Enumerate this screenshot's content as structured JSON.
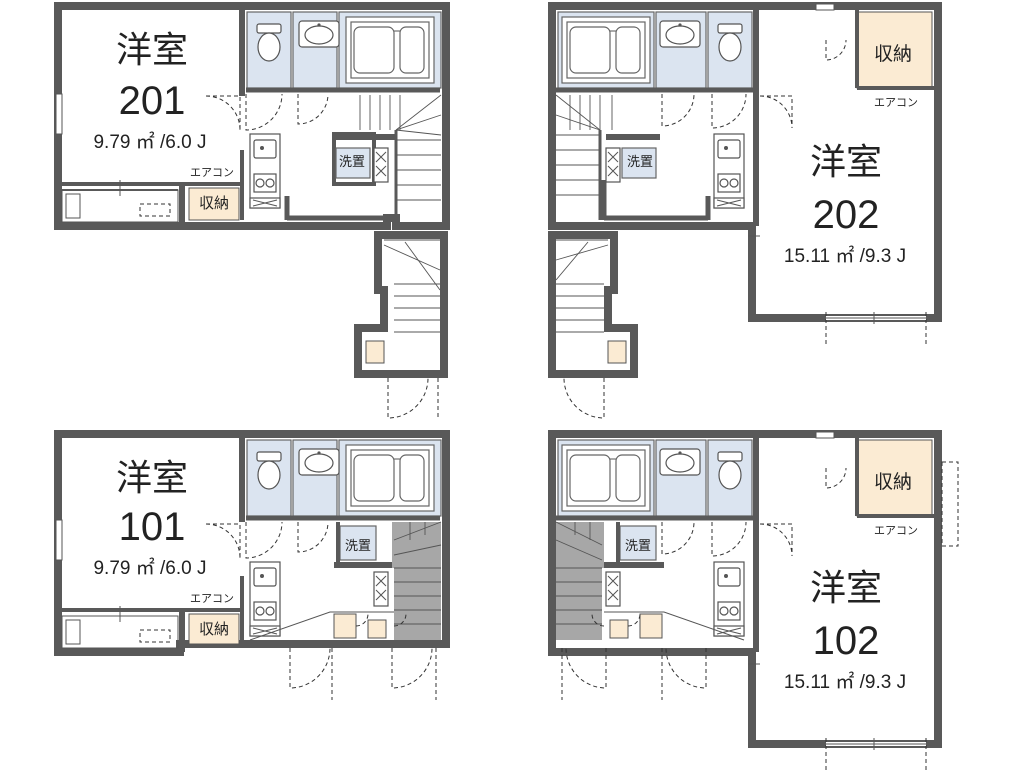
{
  "units": [
    {
      "id": "201",
      "room_type": "洋室",
      "number": "201",
      "area": "9.79 ㎡ /6.0 J",
      "storage": "収納",
      "ac": "エアコン",
      "wash": "洗置"
    },
    {
      "id": "202",
      "room_type": "洋室",
      "number": "202",
      "area": "15.11 ㎡ /9.3 J",
      "storage": "収納",
      "ac": "エアコン",
      "wash": "洗置"
    },
    {
      "id": "101",
      "room_type": "洋室",
      "number": "101",
      "area": "9.79 ㎡ /6.0 J",
      "storage": "収納",
      "ac": "エアコン",
      "wash": "洗置"
    },
    {
      "id": "102",
      "room_type": "洋室",
      "number": "102",
      "area": "15.11 ㎡ /9.3 J",
      "storage": "収納",
      "ac": "エアコン",
      "wash": "洗置"
    }
  ],
  "colors": {
    "wall": "#595959",
    "wet_area": "#dbe4f0",
    "storage": "#fbebd3",
    "stair_shade": "#a7a7a7"
  }
}
